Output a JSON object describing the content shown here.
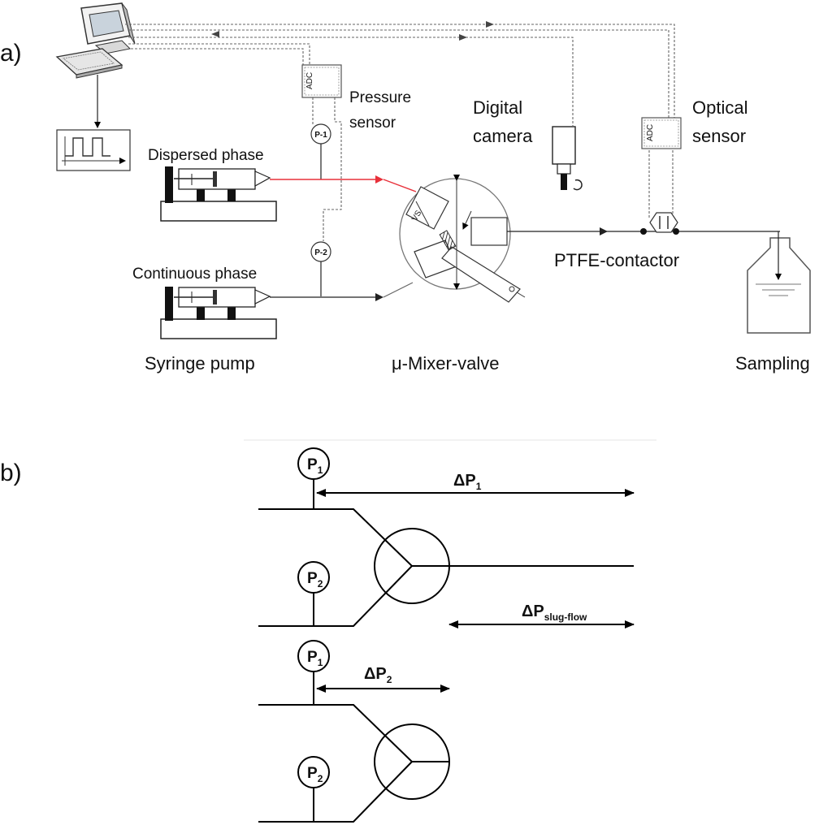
{
  "panel_a": {
    "letter": "a)",
    "labels": {
      "pressure_sensor_line1": "Pressure",
      "pressure_sensor_line2": "sensor",
      "digital_camera_line1": "Digital",
      "digital_camera_line2": "camera",
      "optical_sensor_line1": "Optical",
      "optical_sensor_line2": "sensor",
      "dispersed_phase": "Dispersed phase",
      "continuous_phase": "Continuous phase",
      "ptfe_contactor": "PTFE-contactor",
      "syringe_pump": "Syringe pump",
      "mixer_valve": "μ-Mixer-valve",
      "sampling": "Sampling"
    },
    "gauges": {
      "p1": "P-1",
      "p2": "P-2"
    },
    "adc": "ADC",
    "dimension_label": "VS",
    "colors": {
      "dispersed_line": "#e8303a",
      "signal_lines": "#666666"
    }
  },
  "panel_b": {
    "letter": "b)",
    "upper": {
      "p1_main": "P",
      "p1_sub": "1",
      "p2_main": "P",
      "p2_sub": "2",
      "dp1_main": "ΔP",
      "dp1_sub": "1",
      "dp_slug_main": "ΔP",
      "dp_slug_sub": "slug-flow"
    },
    "lower": {
      "p1_main": "P",
      "p1_sub": "1",
      "p2_main": "P",
      "p2_sub": "2",
      "dp2_main": "ΔP",
      "dp2_sub": "2"
    }
  }
}
